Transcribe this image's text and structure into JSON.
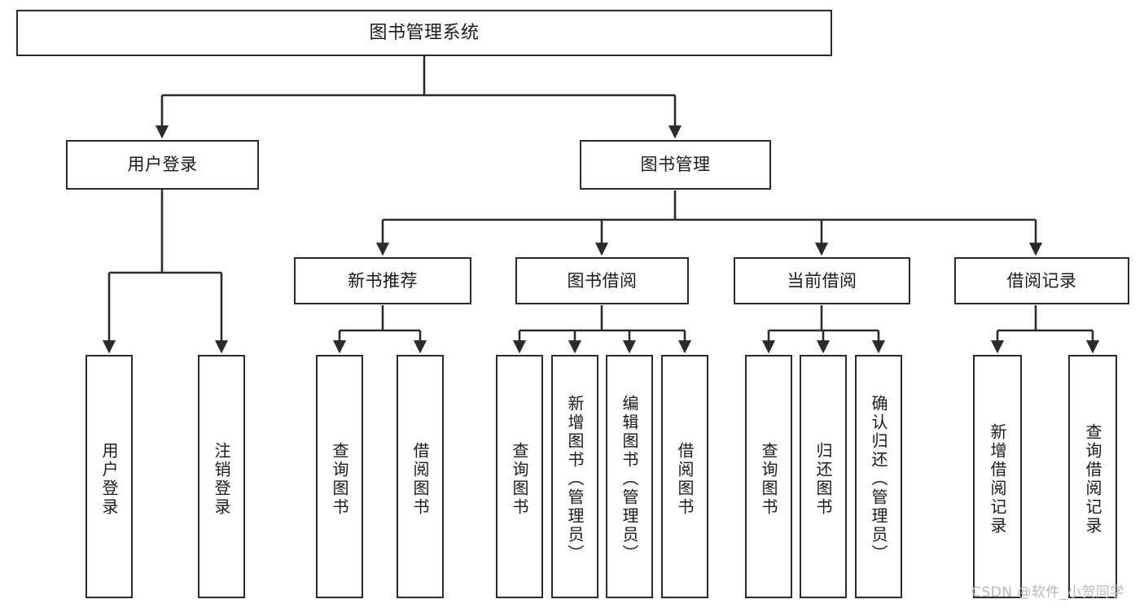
{
  "diagram": {
    "title": "图书管理系统",
    "type": "tree-hierarchy",
    "watermark": "CSDN @软件_小贺同学",
    "colors": {
      "stroke": "#2b2b2b",
      "fill": "#ffffff",
      "text": "#1a1a1a",
      "watermark": "#b9b9b9"
    },
    "nodes": {
      "root": {
        "label": "图书管理系统"
      },
      "level2": [
        {
          "label": "用户登录"
        },
        {
          "label": "图书管理"
        }
      ],
      "level3": [
        {
          "label": "新书推荐"
        },
        {
          "label": "图书借阅"
        },
        {
          "label": "当前借阅"
        },
        {
          "label": "借阅记录"
        }
      ],
      "leaves_user_login": [
        {
          "label": "用户登录"
        },
        {
          "label": "注销登录"
        }
      ],
      "leaves_new_book": [
        {
          "label": "查询图书"
        },
        {
          "label": "借阅图书"
        }
      ],
      "leaves_borrow": [
        {
          "label": "查询图书"
        },
        {
          "label": "新增图书（管理员）"
        },
        {
          "label": "编辑图书（管理员）"
        },
        {
          "label": "借阅图书"
        }
      ],
      "leaves_current": [
        {
          "label": "查询图书"
        },
        {
          "label": "归还图书"
        },
        {
          "label": "确认归还（管理员）"
        }
      ],
      "leaves_records": [
        {
          "label": "新增借阅记录"
        },
        {
          "label": "查询借阅记录"
        }
      ]
    }
  }
}
